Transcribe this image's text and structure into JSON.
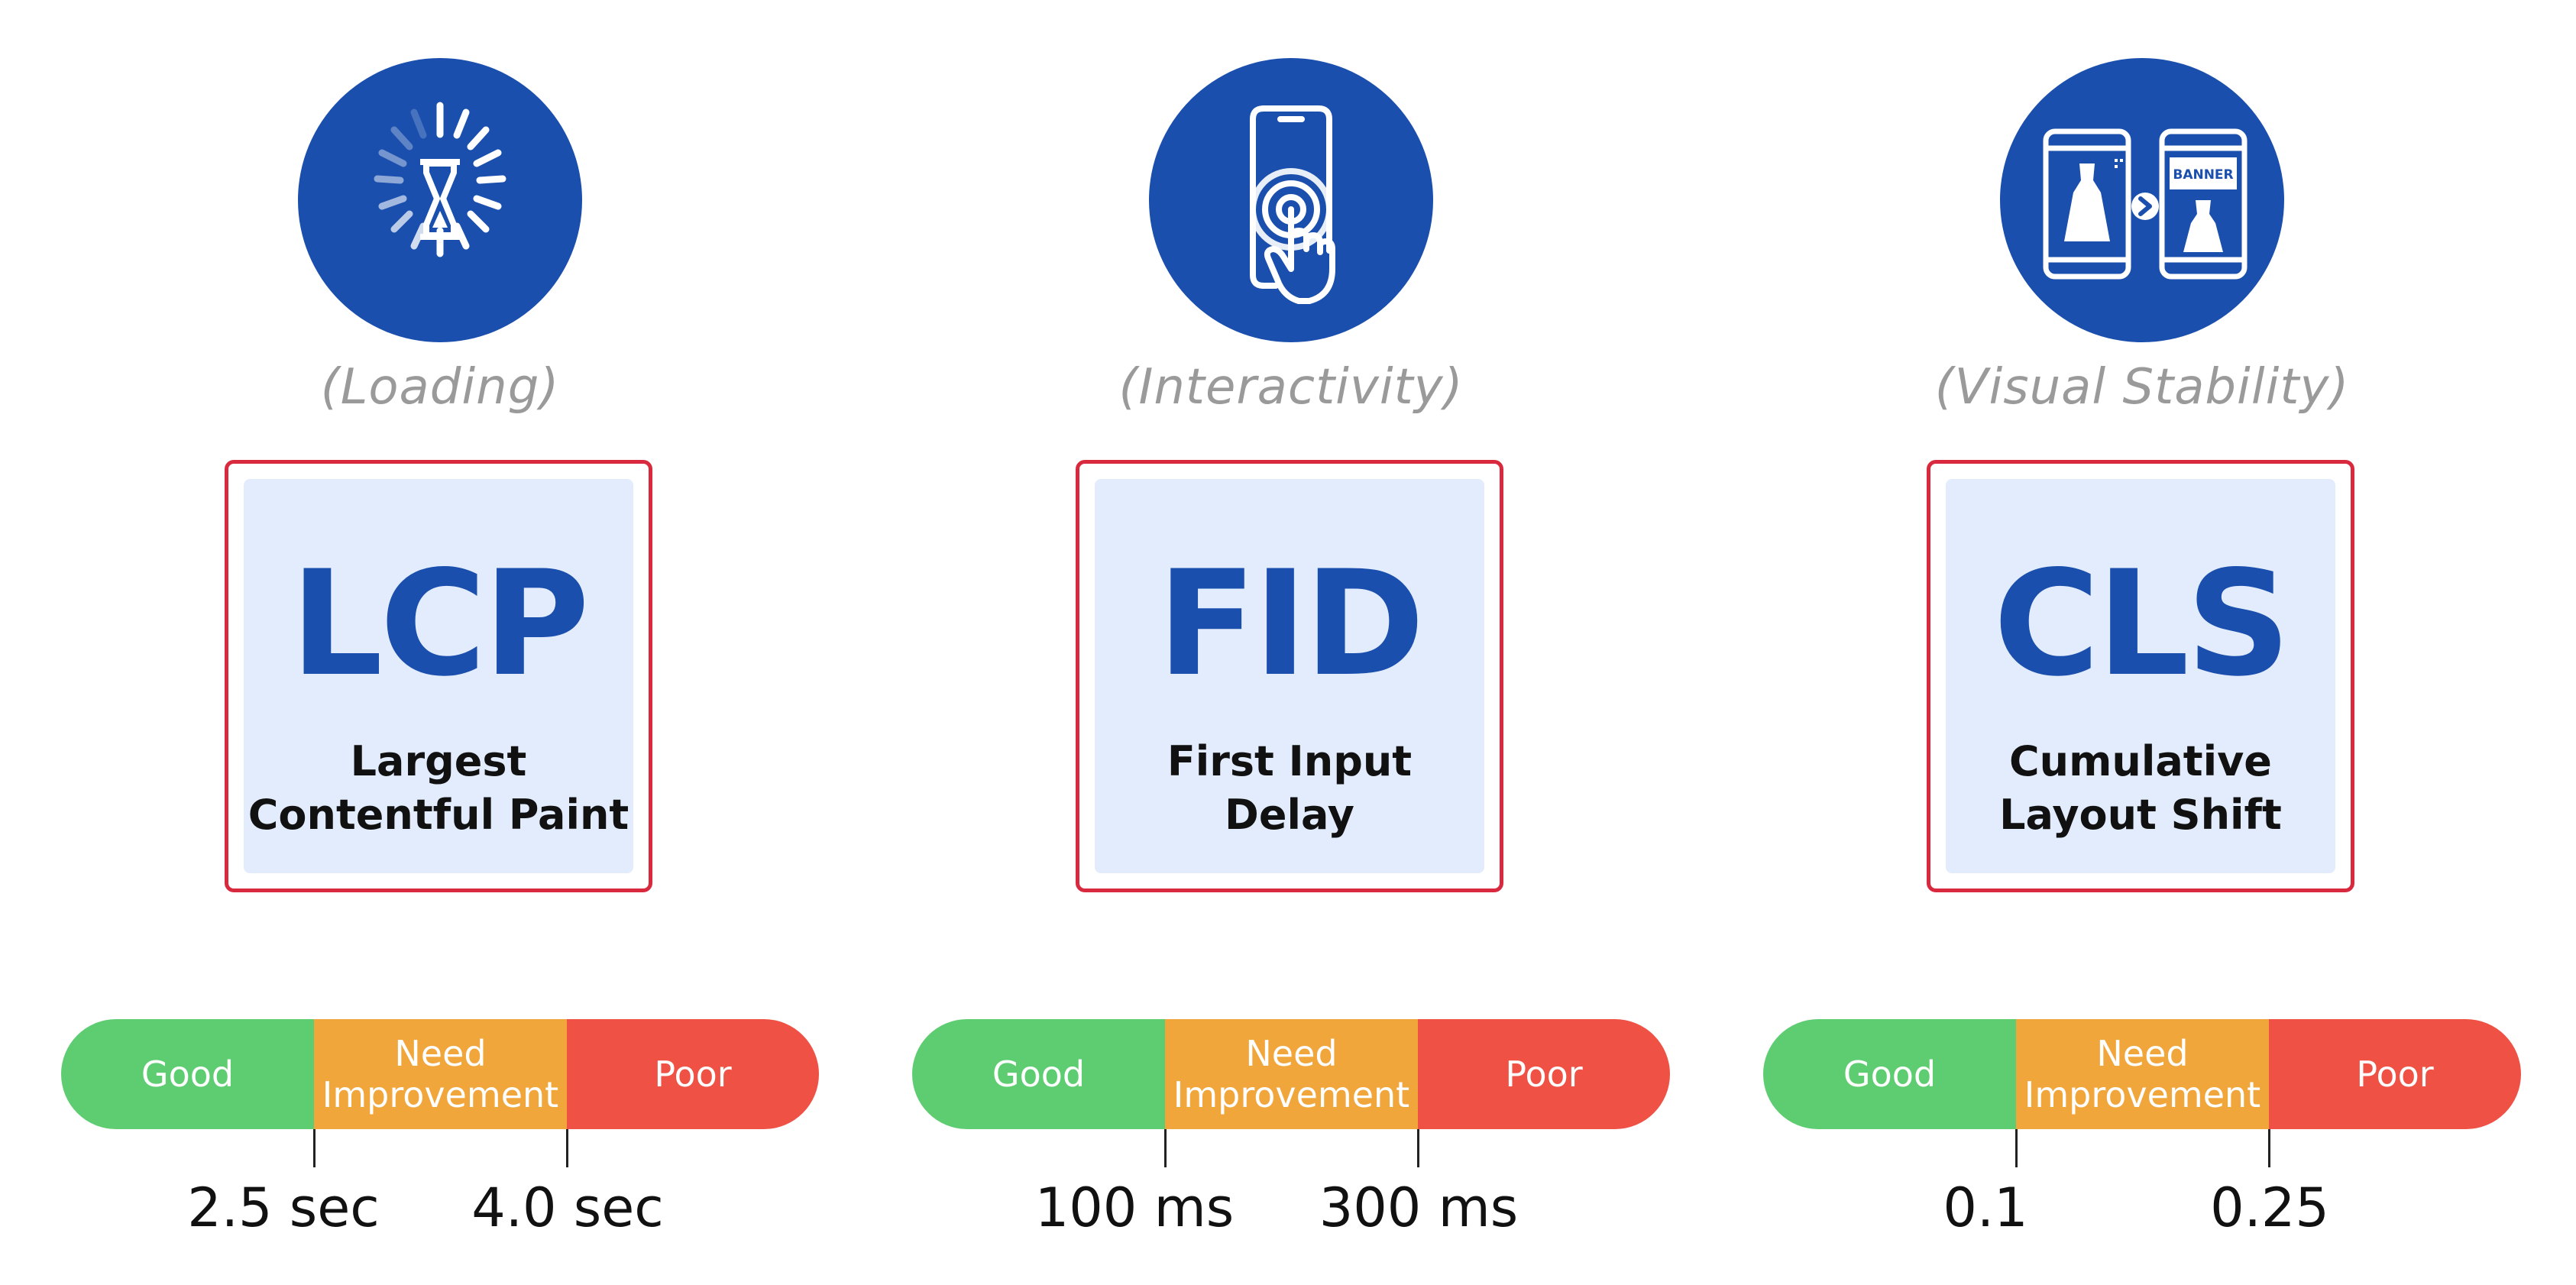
{
  "colors": {
    "accent_blue": "#1a4fae",
    "card_border": "#d8293e",
    "card_fill": "#e3ecfc",
    "good": "#5ecd72",
    "need_improvement": "#f1a63b",
    "poor": "#ef5145",
    "category_text": "#9a9a9a"
  },
  "bar_labels": {
    "good": "Good",
    "need_line1": "Need",
    "need_line2": "Improvement",
    "poor": "Poor"
  },
  "metrics": [
    {
      "icon": "hourglass-loading-icon",
      "category": "(Loading)",
      "acronym": "LCP",
      "name_line1": "Largest",
      "name_line2": "Contentful Paint",
      "threshold_good": "2.5 sec",
      "threshold_poor": "4.0 sec"
    },
    {
      "icon": "phone-tap-icon",
      "category": "(Interactivity)",
      "acronym": "FID",
      "name_line1": "First Input",
      "name_line2": "Delay",
      "threshold_good": "100 ms",
      "threshold_poor": "300 ms"
    },
    {
      "icon": "phones-banner-shift-icon",
      "category": "(Visual Stability)",
      "acronym": "CLS",
      "name_line1": "Cumulative",
      "name_line2": "Layout Shift",
      "threshold_good": "0.1",
      "threshold_poor": "0.25",
      "banner_text": "BANNER"
    }
  ]
}
